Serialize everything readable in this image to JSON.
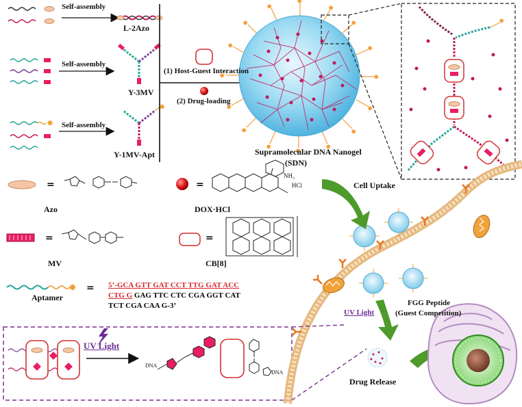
{
  "left_panel": {
    "self_assembly_1": "Self-assembly",
    "self_assembly_2": "Self-assembly",
    "self_assembly_3": "Self-assembly",
    "product_1": "L-2Azo",
    "product_2": "Y-3MV",
    "product_3": "Y-1MV-Apt"
  },
  "middle": {
    "step1": "(1) Host-Guest  Interaction",
    "step2": "(2) Drug-loading",
    "nanogel_line1": "Supramolecular DNA Nanogel",
    "nanogel_line2": "(SDN)"
  },
  "legend": {
    "equals": "=",
    "azo": "Azo",
    "dox": "DOX·HCl",
    "hcl": "HCl",
    "nh2": "NH₂",
    "mv": "MV",
    "cb8": "CB[8]",
    "aptamer": "Aptamer",
    "seq_line1": "5’-GCA GTT GAT CCT TTG GAT ACC",
    "seq_line2_red": "CTG G",
    "seq_line2_rest": " GAG TTC CTC CGA GGT CAT",
    "seq_line3": "TCT CGA CAA G-3’"
  },
  "bottom_box": {
    "uv_light": "UV Light",
    "dna1": "DNA",
    "dna2": "DNA"
  },
  "cell": {
    "cell_uptake": "Cell Uptake",
    "uv_light": "UV Light",
    "fgg_line1": "FGG Peptide",
    "fgg_line2": "(Guest Competition)",
    "drug_release": "Drug Release"
  },
  "colors": {
    "dna_pink": "#c2185b",
    "dna_teal": "#26a69a",
    "dna_purple": "#7b3f99",
    "azo_fill": "#f5c6a5",
    "mv_fill": "#e91e63",
    "cb8_stroke": "#d32f2f",
    "dox_red": "#e53935",
    "nanogel_blue": "#6fc6ea",
    "aptamer_orange": "#f39c34",
    "membrane": "#e6b97f",
    "arrow_green": "#4e9a2a",
    "box_purple": "#7b2f8f",
    "seq_red": "#d6262a"
  }
}
